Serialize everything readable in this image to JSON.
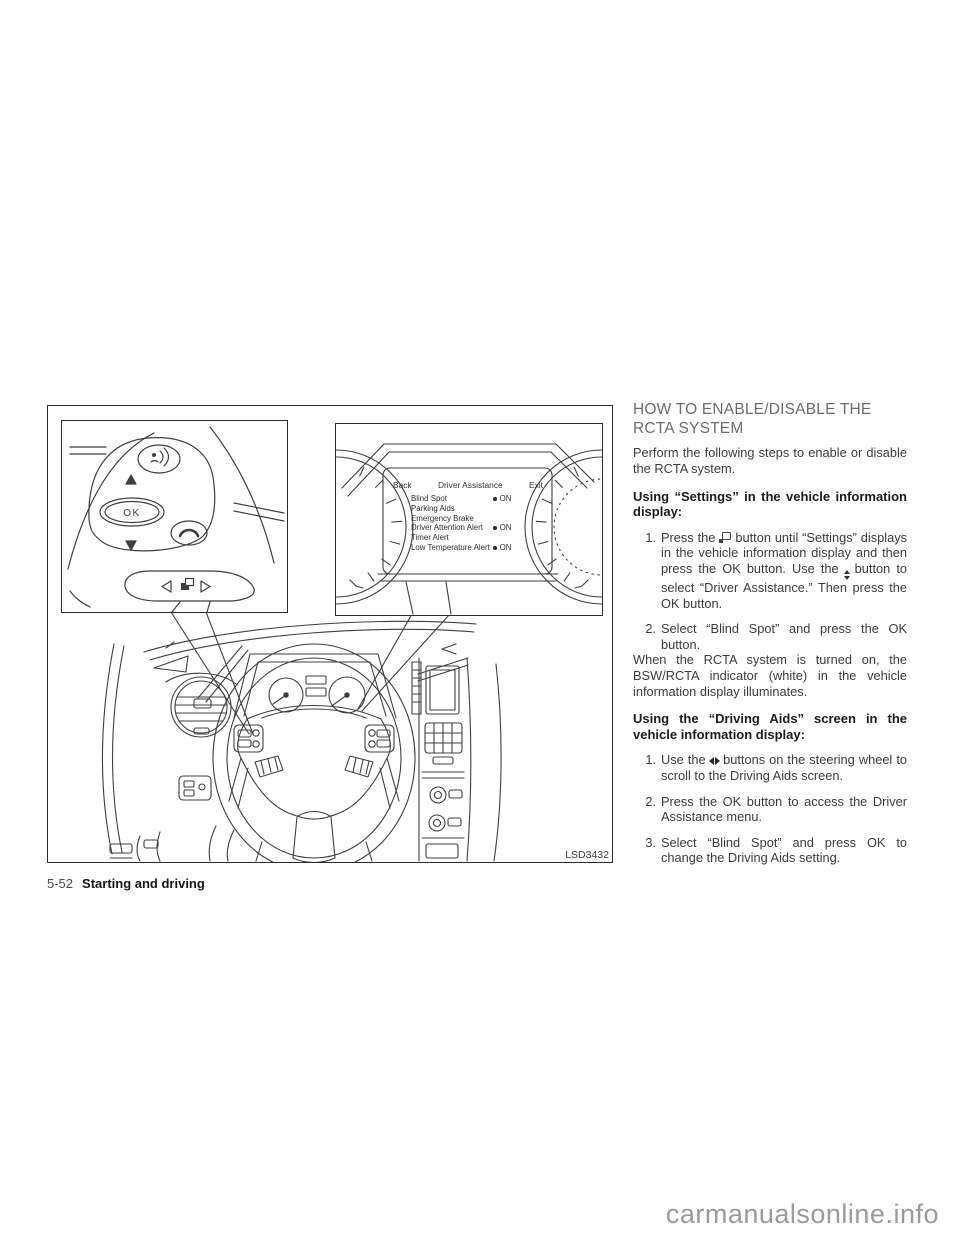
{
  "page": {
    "footer": {
      "page_number": "5-52",
      "section": "Starting and driving"
    },
    "watermark": "carmanualsonline.info"
  },
  "figure": {
    "label": "LSD3432",
    "steering_controls": {
      "ok_label": "OK"
    },
    "cluster_display": {
      "header": {
        "back": "Back",
        "title": "Driver Assistance",
        "exit": "Exit"
      },
      "items": [
        {
          "label": "Blind Spot",
          "status": "ON"
        },
        {
          "label": "Parking Aids",
          "status": ""
        },
        {
          "label": "Emergency Brake",
          "status": ""
        },
        {
          "label": "Driver Attention Alert",
          "status": "ON"
        },
        {
          "label": "Timer Alert",
          "status": ""
        },
        {
          "label": "Low Temperature Alert",
          "status": "ON"
        }
      ]
    }
  },
  "article": {
    "title": "HOW TO ENABLE/DISABLE THE RCTA SYSTEM",
    "intro": "Perform the following steps to enable or disable the RCTA system.",
    "settings_heading": "Using “Settings” in the vehicle information display:",
    "settings_steps": {
      "step1": {
        "num": "1.",
        "pre": "Press the",
        "mid": "button until “Settings” displays in the vehicle information display and then press the OK button. Use the",
        "post": "button to select “Driver Assistance.” Then press the OK button."
      },
      "step2": {
        "num": "2.",
        "text": "Select “Blind Spot” and press the OK button."
      }
    },
    "note": "When the RCTA system is turned on, the BSW/RCTA indicator (white) in the vehicle information display illuminates.",
    "driving_aids_heading": "Using the “Driving Aids” screen in the vehicle information display:",
    "driving_aids_steps": {
      "step1": {
        "num": "1.",
        "pre": "Use the",
        "post": "buttons on the steering wheel to scroll to the Driving Aids screen."
      },
      "step2": {
        "num": "2.",
        "text": "Press the OK button to access the Driver Assistance menu."
      },
      "step3": {
        "num": "3.",
        "text": "Select “Blind Spot” and press OK to change the Driving Aids setting."
      }
    }
  }
}
